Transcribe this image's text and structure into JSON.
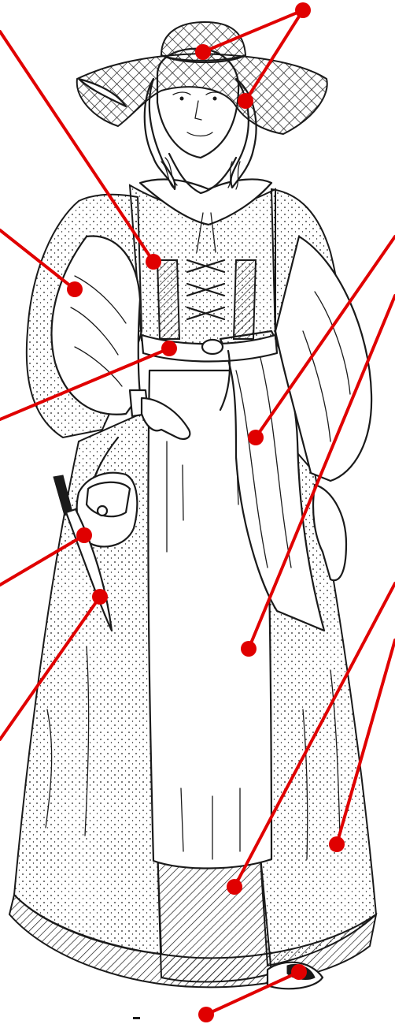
{
  "colors": {
    "leader": "#e00000",
    "ink": "#1a1a1a",
    "background": "#ffffff"
  },
  "callouts": [
    {
      "id": "hat"
    },
    {
      "id": "hair"
    },
    {
      "id": "bodice"
    },
    {
      "id": "sleeve"
    },
    {
      "id": "belt"
    },
    {
      "id": "pouch"
    },
    {
      "id": "knife"
    },
    {
      "id": "sash"
    },
    {
      "id": "apron"
    },
    {
      "id": "underskirt"
    },
    {
      "id": "overskirt"
    },
    {
      "id": "shoe"
    }
  ]
}
